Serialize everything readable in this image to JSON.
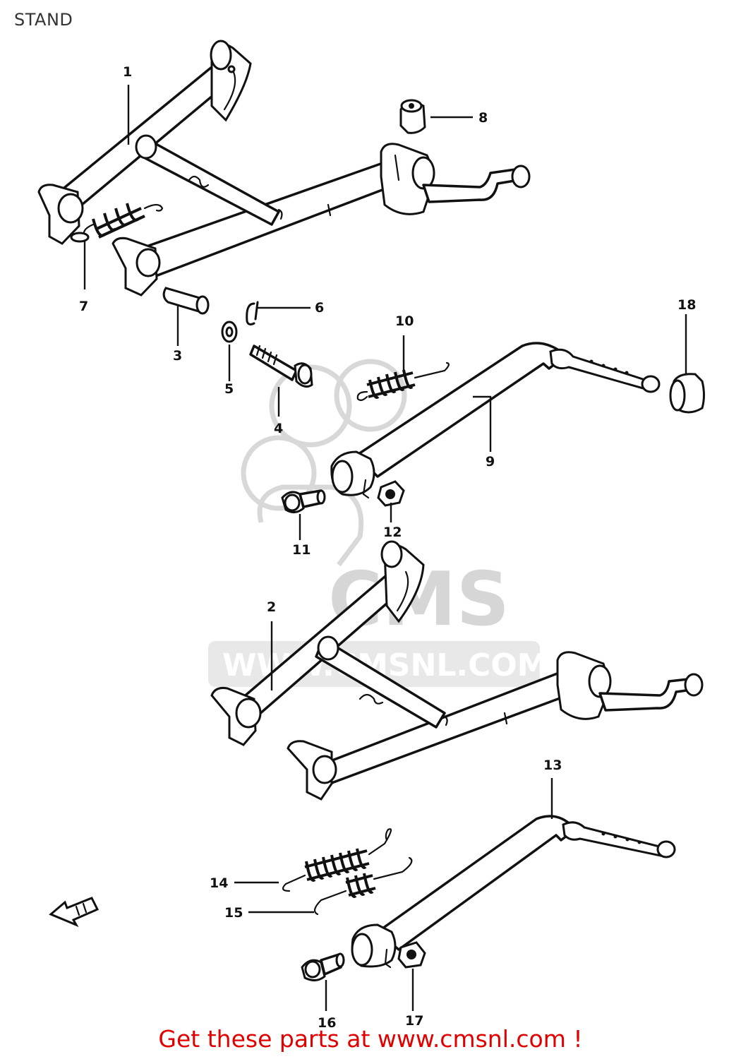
{
  "title": "STAND",
  "watermark": "WWW.CMSNL.COM",
  "watermark_logo": "CMS",
  "footer": "Get these parts at www.cmsnl.com !",
  "colors": {
    "footer": "#e00000",
    "ink": "#111111",
    "watermark": "#d6d6d6"
  },
  "callouts": {
    "c1": "1",
    "c2": "2",
    "c3": "3",
    "c4": "4",
    "c5": "5",
    "c6": "6",
    "c7": "7",
    "c8": "8",
    "c9": "9",
    "c10": "10",
    "c11": "11",
    "c12": "12",
    "c13": "13",
    "c14": "14",
    "c15": "15",
    "c16": "16",
    "c17": "17",
    "c18": "18"
  }
}
